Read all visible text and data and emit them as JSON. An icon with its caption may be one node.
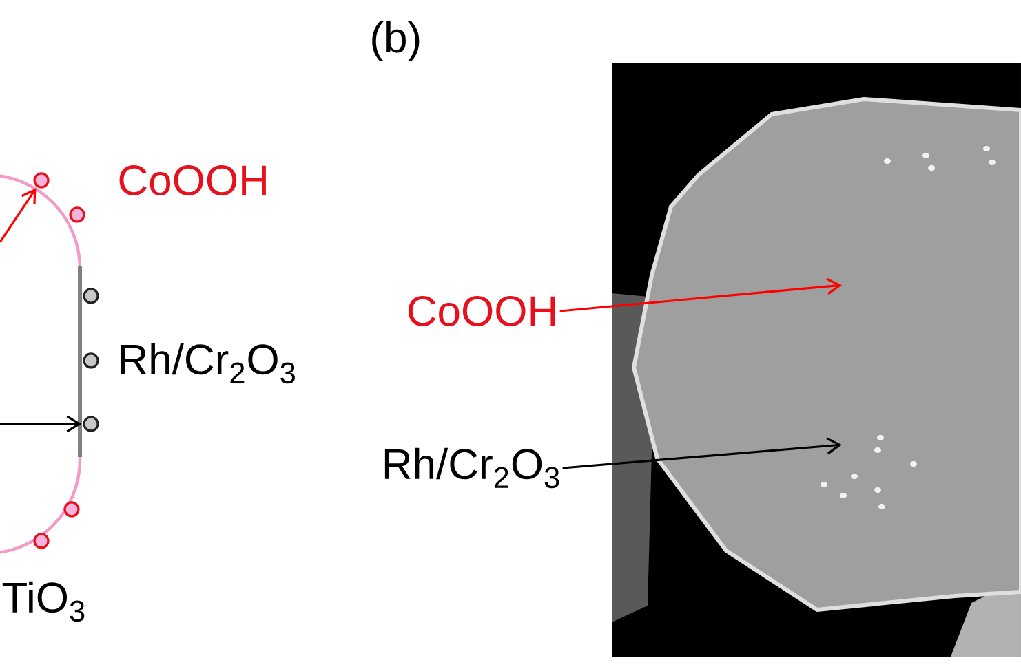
{
  "diagram": {
    "nodes": [
      {
        "text": [],
        "shape": "circle"
      },
      {
        "text": [],
        "shape": "circle"
      },
      {
        "text": [],
        "shape": "circle"
      },
      {
        "text": [],
        "shape": "circle"
      },
      {
        "text": [],
        "shape": "circle"
      },
      {
        "text": [],
        "shape": "circle"
      },
      {
        "text": [],
        "shape": "circle"
      },
      {
        "text": [
          "CoOOH"
        ]
      },
      {
        "text": [
          "Rh/Cr$_{2}$O$_{3}$"
        ]
      }
    ],
    "edges": [
      {
        "from": null,
        "to": 0,
        "arrow": "to",
        "color": "#ff0000"
      },
      {
        "from": null,
        "to": 4,
        "arrow": "to",
        "color": "#000000"
      },
      {
        "from": 7,
        "to": null,
        "arrow": "to",
        "color": "#ff0000"
      },
      {
        "from": 8,
        "to": null,
        "arrow": "to",
        "color": "#000000"
      }
    ],
    "labels": [
      "CoOOH",
      "Rh/Cr$_{2}$O$_{3}$",
      "TiO$_{3}$",
      "(b)"
    ]
  }
}
